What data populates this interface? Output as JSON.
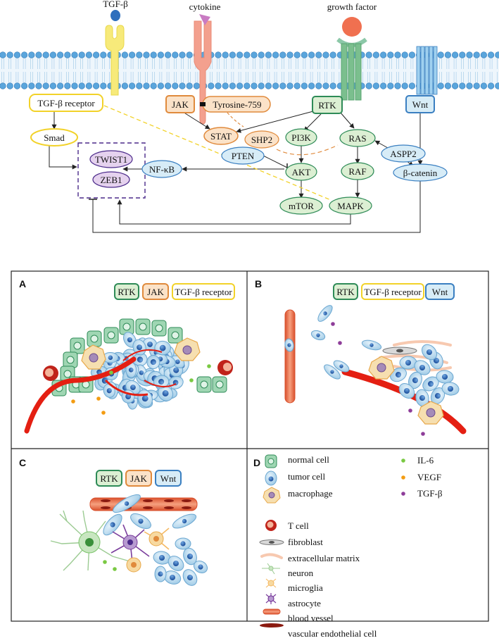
{
  "top": {
    "ligands": {
      "tgfb": "TGF-β",
      "cytokine": "cytokine",
      "growth_factor": "growth factor"
    },
    "nodes": {
      "tgfb_receptor": "TGF-β receptor",
      "smad": "Smad",
      "twist1": "TWIST1",
      "zeb1": "ZEB1",
      "jak": "JAK",
      "tyrosine": "Tyrosine-759",
      "stat": "STAT",
      "rtk": "RTK",
      "shp2": "SHP2",
      "pi3k": "PI3K",
      "pten": "PTEN",
      "akt": "AKT",
      "mtor": "mTOR",
      "nfkb": "NF-κB",
      "ras": "RAS",
      "raf": "RAF",
      "mapk": "MAPK",
      "aspp2": "ASPP2",
      "wnt": "Wnt",
      "bcatenin": "β-catenin"
    }
  },
  "panels": {
    "a": {
      "letter": "A",
      "tags": [
        "RTK",
        "JAK",
        "TGF-β receptor"
      ]
    },
    "b": {
      "letter": "B",
      "tags": [
        "RTK",
        "TGF-β receptor",
        "Wnt"
      ]
    },
    "c": {
      "letter": "C",
      "tags": [
        "RTK",
        "JAK",
        "Wnt"
      ]
    },
    "d": {
      "letter": "D",
      "legend_cells": [
        "normal cell",
        "tumor cell",
        "macrophage",
        "T cell",
        "fibroblast",
        "extracellular matrix",
        "neuron",
        "microglia",
        "astrocyte",
        "blood vessel",
        "vascular endothelial cell"
      ],
      "legend_factors": [
        "IL-6",
        "VEGF",
        "TGF-β"
      ]
    }
  },
  "colors": {
    "rtk": "#2e8b57",
    "jak": "#e08a3c",
    "tgfb": "#f2d229",
    "wnt": "#3a7fc1",
    "rtk_fill": "#dcefd3",
    "jak_fill": "#fbe2c8",
    "tgfb_fill": "#ffffff",
    "wnt_fill": "#d7ecf7",
    "membrane_head": "#5aa5dc",
    "vessel": "#e8391d",
    "il6": "#7ac943",
    "vegf": "#f39c12",
    "tgfb_dot": "#8e3d99"
  }
}
